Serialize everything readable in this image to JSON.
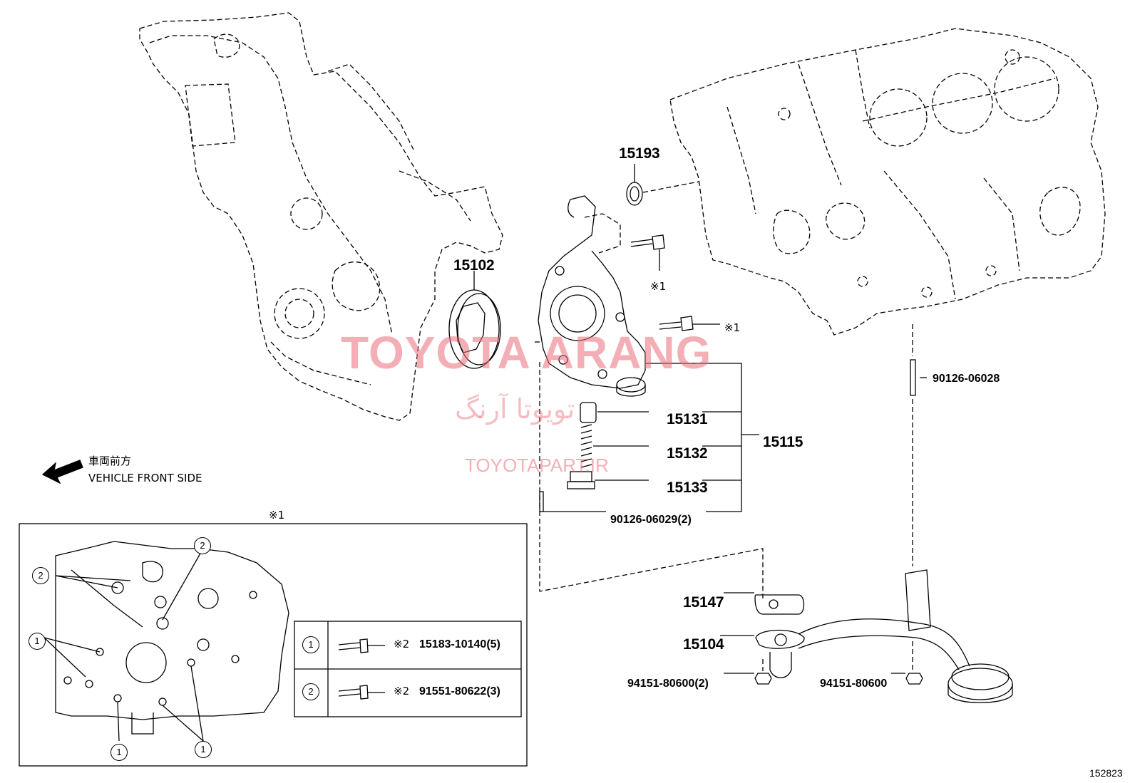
{
  "parts": {
    "p15193": "15193",
    "p15102": "15102",
    "note1a": "※1",
    "note1b": "※1",
    "p90126_06028": "90126-06028",
    "p15131": "15131",
    "p15132": "15132",
    "p15133": "15133",
    "p15115": "15115",
    "p90126_06029": "90126-06029(2)",
    "p15147": "15147",
    "p15104": "15104",
    "p94151_80600_2": "94151-80600(2)",
    "p94151_80600": "94151-80600"
  },
  "direction": {
    "jp": "車両前方",
    "en": "VEHICLE FRONT SIDE"
  },
  "inset": {
    "title": "※1",
    "callout_1": "1",
    "callout_2": "2"
  },
  "table": {
    "rows": [
      {
        "key": "1",
        "note": "※2",
        "part": "15183-10140(5)"
      },
      {
        "key": "2",
        "note": "※2",
        "part": "91551-80622(3)"
      }
    ]
  },
  "watermark": {
    "brand": "TOYOTA ARANG",
    "persian": "تویوتا آرنگ",
    "url": "TOYOTAPART.IR"
  },
  "figure_id": "152823"
}
